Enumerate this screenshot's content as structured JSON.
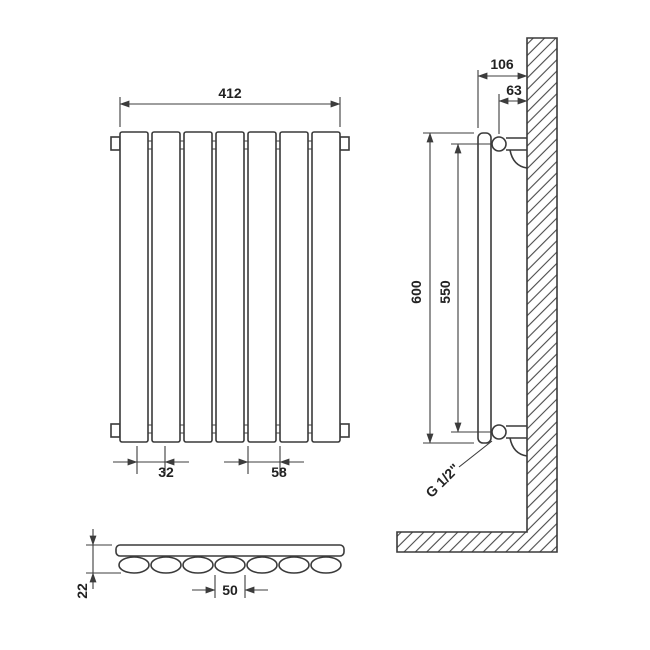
{
  "drawing": {
    "panel_count": 7,
    "front_view": {
      "total_width": "412",
      "edge_offset": "32",
      "panel_pitch": "58"
    },
    "side_view": {
      "wall_to_front": "106",
      "wall_to_pipe": "63",
      "overall_height": "600",
      "connection_centres": "550",
      "thread": "G 1/2\""
    },
    "top_view": {
      "depth": "22",
      "panel_width": "50"
    },
    "colors": {
      "line": "#3a3a3a",
      "text": "#222222",
      "hatch": "#4a4a4a",
      "background": "#ffffff"
    }
  }
}
